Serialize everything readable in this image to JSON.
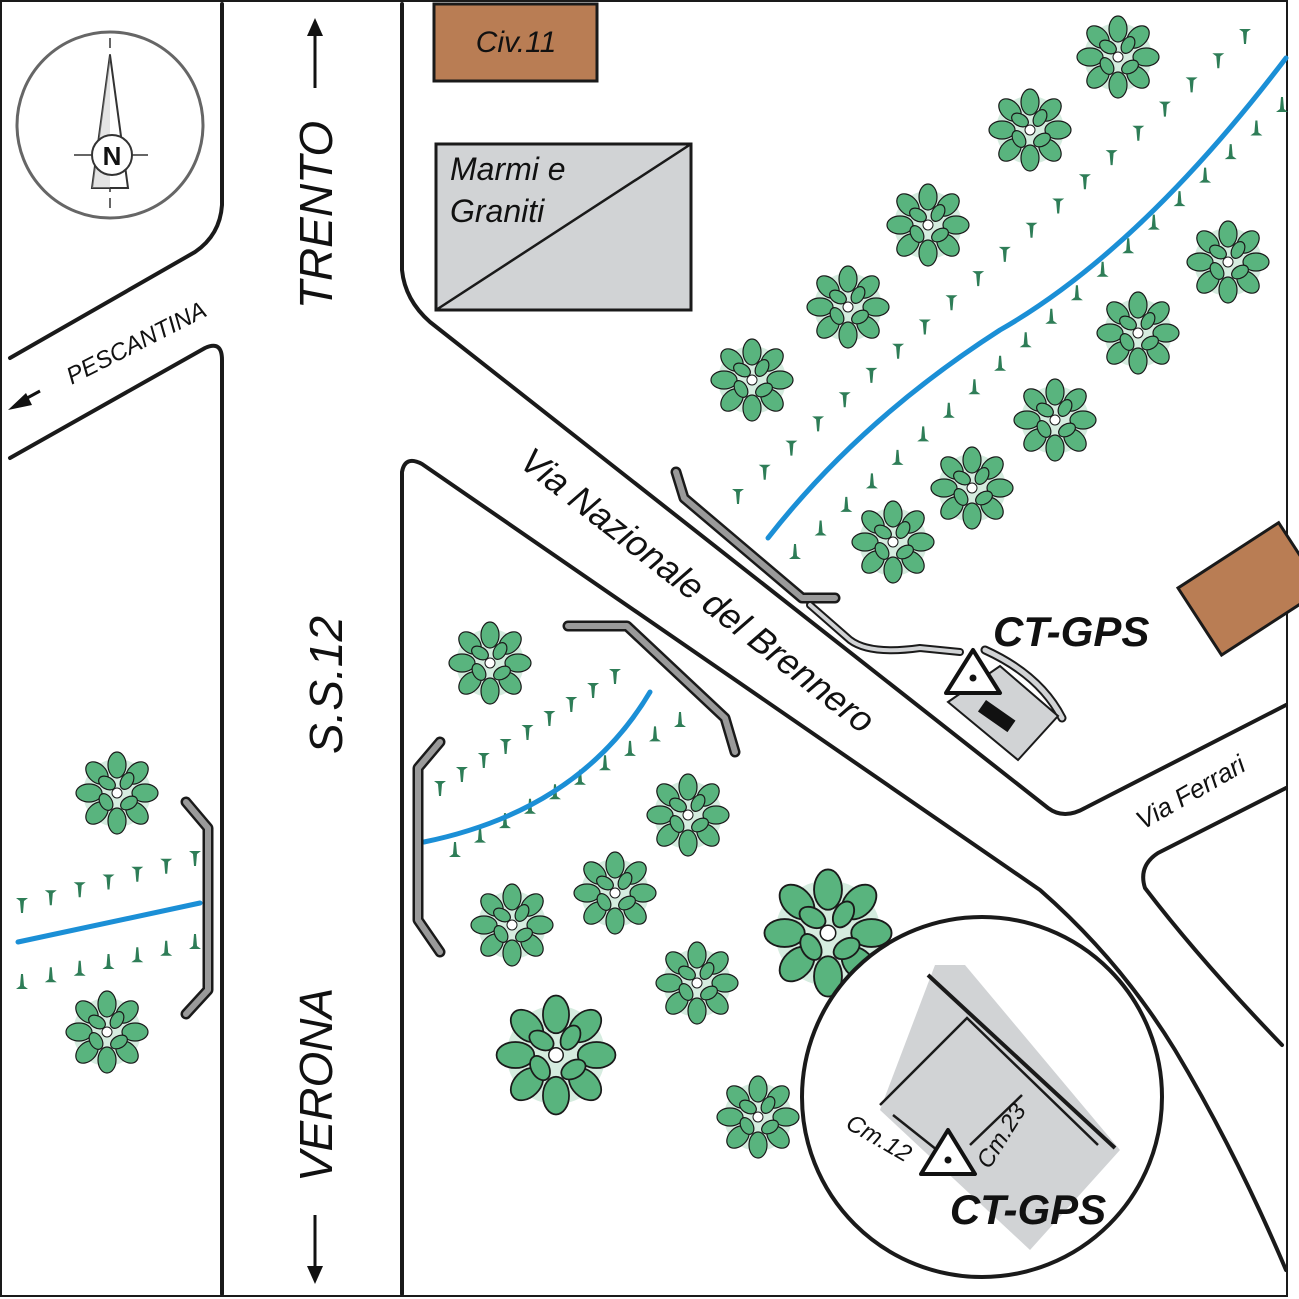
{
  "streets": {
    "trento": "TRENTO",
    "verona": "VERONA",
    "ss12": "S.S.12",
    "pescantina": "PESCANTINA",
    "via_nazionale": "Via Nazionale del Brennero",
    "via_ferrari": "Via Ferrari"
  },
  "buildings": {
    "civ11": "Civ.11",
    "marmi_line1": "Marmi e",
    "marmi_line2": "Graniti"
  },
  "station": {
    "label": "CT-GPS"
  },
  "inset": {
    "label": "CT-GPS",
    "cm12": "Cm.12",
    "cm23": "Cm.23"
  },
  "compass": {
    "letter": "N"
  },
  "colors": {
    "building_brown": "#b97d54",
    "building_gray": "#d1d3d5",
    "water": "#1b8fd6",
    "tree": "#59b47e",
    "grass": "#2e7d57",
    "wall": "#9a9a9a"
  }
}
